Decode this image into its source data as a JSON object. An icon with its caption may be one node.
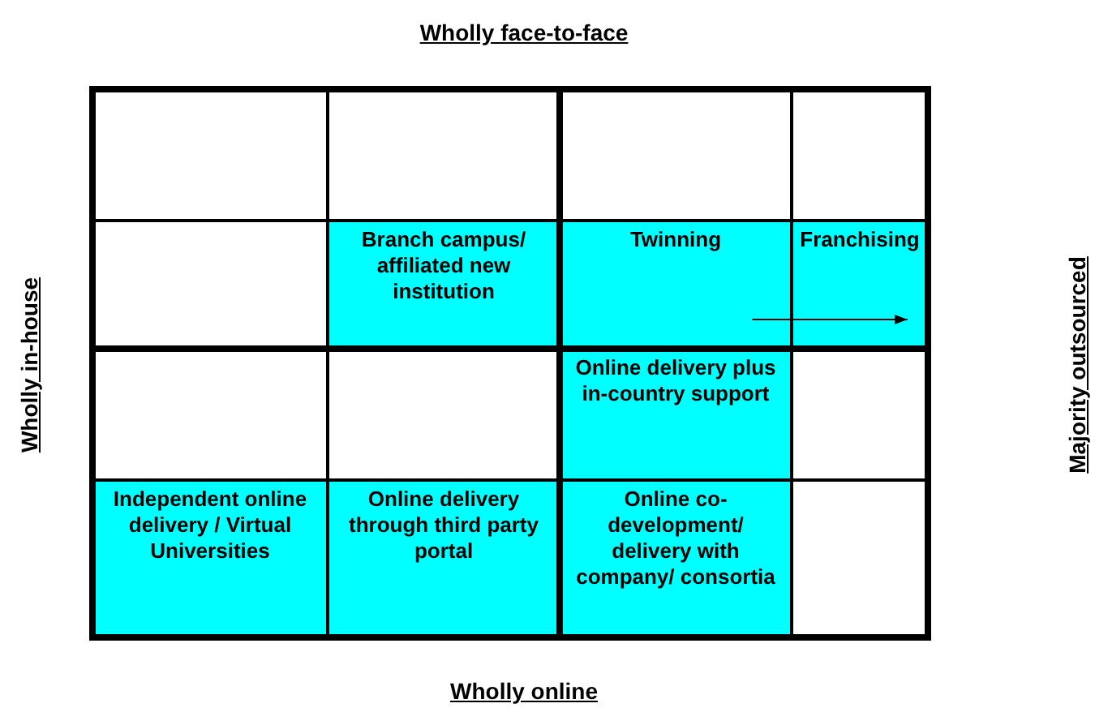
{
  "diagram": {
    "nodes": [
      {
        "text": [],
        "shape": "box"
      },
      {
        "text": [],
        "shape": "box"
      },
      {
        "text": [],
        "shape": "box"
      },
      {
        "text": [],
        "shape": "box"
      },
      {
        "text": [],
        "shape": "box"
      },
      {
        "text": [
          "Branch campus/ affiliated new institution"
        ]
      },
      {
        "text": [
          "Twinning"
        ]
      },
      {
        "text": [
          "Franchising"
        ]
      },
      {
        "text": [],
        "shape": "box"
      },
      {
        "text": [],
        "shape": "box"
      },
      {
        "text": [
          "Online delivery plus in-country support"
        ]
      },
      {
        "text": [],
        "shape": "box"
      },
      {
        "text": [
          "Independent online delivery / Virtual Universities"
        ]
      },
      {
        "text": [
          "Online delivery through third party portal"
        ]
      },
      {
        "text": [
          "Online co-development/ delivery with company/ consortia"
        ]
      },
      {
        "text": [],
        "shape": "box"
      }
    ],
    "edges": [
      {
        "from": 6,
        "to": 7,
        "arrow": "to"
      }
    ],
    "labels": [
      "Wholly face-to-face",
      "Wholly in-house",
      "Majority outsourced",
      "Wholly online"
    ]
  }
}
